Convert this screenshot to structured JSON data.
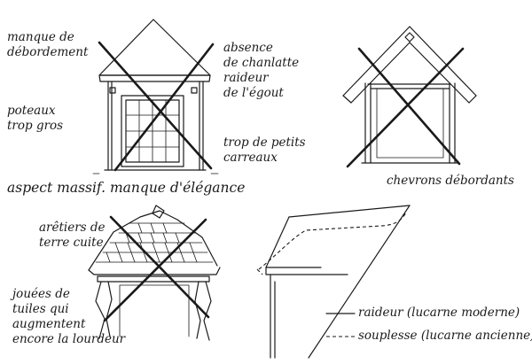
{
  "labels": {
    "manque_debordement": [
      "manque de",
      "débordement"
    ],
    "absence_chanlatte": [
      "absence",
      "de chanlatte",
      "raideur",
      "de l'égout"
    ],
    "poteaux": [
      "poteaux",
      "trop gros"
    ],
    "carreaux": [
      "trop de petits",
      "carreaux"
    ],
    "aspect": "aspect massif. manque d'élégance",
    "chevrons": "chevrons débordants",
    "aretiers": [
      "arêtiers de",
      "terre cuite"
    ],
    "joues": [
      "jouées de",
      "tuiles qui",
      "augmentent",
      "encore la lourdeur"
    ]
  },
  "legend": {
    "solid": "raideur (lucarne moderne)",
    "dashed": "souplesse (lucarne ancienne)"
  }
}
